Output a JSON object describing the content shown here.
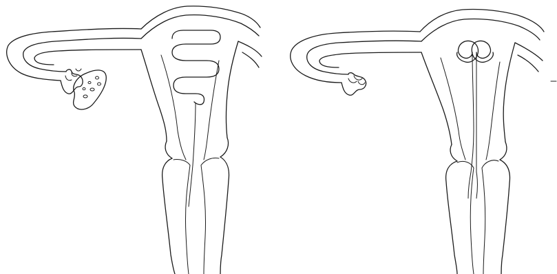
{
  "figure": {
    "panels": [
      {
        "id": "left",
        "device": "s-shaped-iud",
        "ovary_with_follicles": true
      },
      {
        "id": "right",
        "device": "double-spiral-iud",
        "ovary_with_follicles": false
      }
    ],
    "colors": {
      "background": "#ffffff",
      "ink": "#1a1a1a"
    }
  }
}
